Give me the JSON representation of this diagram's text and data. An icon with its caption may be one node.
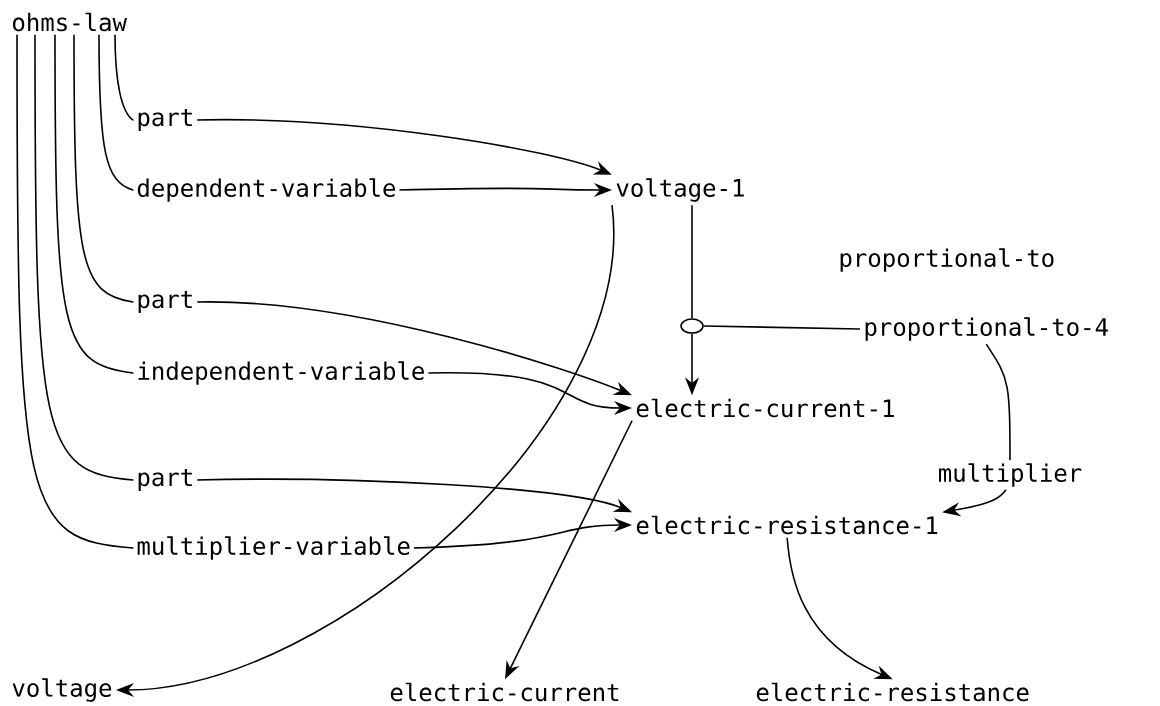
{
  "diagram": {
    "nodes": [
      {
        "text": [
          "ohms-law"
        ]
      },
      {
        "text": [
          "voltage-1"
        ]
      },
      {
        "text": [
          "electric-current-1"
        ]
      },
      {
        "text": [
          "electric-resistance-1"
        ]
      },
      {
        "text": [
          "voltage"
        ]
      },
      {
        "text": [
          "electric-current"
        ]
      },
      {
        "text": [
          "electric-resistance"
        ]
      },
      {
        "text": [
          "proportional-to-4"
        ]
      },
      {
        "text": [],
        "shape": "circle"
      }
    ],
    "edges": [
      {
        "from": 0,
        "to": 1,
        "arrow": "to",
        "label": "part"
      },
      {
        "from": 0,
        "to": 1,
        "arrow": "to",
        "label": "dependent-variable"
      },
      {
        "from": 0,
        "to": 2,
        "arrow": "to",
        "label": "part"
      },
      {
        "from": 0,
        "to": 2,
        "arrow": "to",
        "label": "independent-variable"
      },
      {
        "from": 0,
        "to": 3,
        "arrow": "to",
        "label": "part"
      },
      {
        "from": 0,
        "to": 3,
        "arrow": "to",
        "label": "multiplier-variable"
      },
      {
        "from": 1,
        "to": 8,
        "arrow": "none"
      },
      {
        "from": 8,
        "to": 2,
        "arrow": "to"
      },
      {
        "from": 7,
        "to": 8,
        "arrow": "none"
      },
      {
        "from": 7,
        "to": 3,
        "arrow": "to",
        "label": "multiplier"
      },
      {
        "from": 1,
        "to": 4,
        "arrow": "to"
      },
      {
        "from": 2,
        "to": 5,
        "arrow": "to"
      },
      {
        "from": 3,
        "to": 6,
        "arrow": "to"
      }
    ],
    "labels": [
      "proportional-to"
    ]
  }
}
